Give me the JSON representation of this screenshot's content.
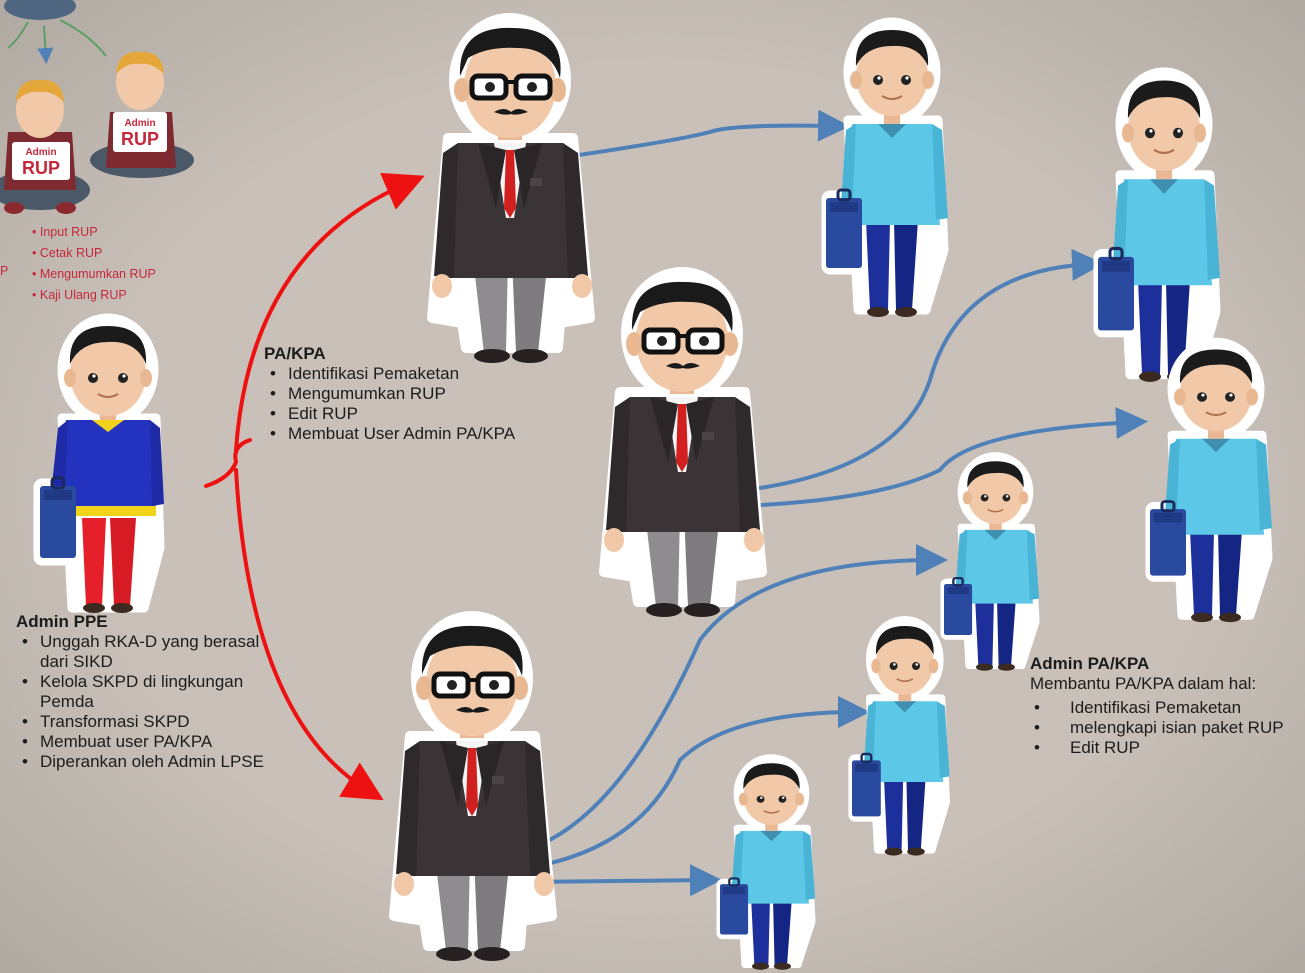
{
  "colors": {
    "background": "#cbc3bb",
    "red_arrow": "#ee1111",
    "blue_arrow": "#4f80b8",
    "list_red": "#c5283a",
    "text": "#1c1c1c"
  },
  "top_left": {
    "shirt_badge": "Admin",
    "shirt_label": "RUP",
    "items": [
      "Input RUP",
      "Cetak RUP",
      "Mengumumkan RUP",
      "Kaji Ulang RUP"
    ],
    "stray_fragment": "P"
  },
  "admin_ppe": {
    "title": "Admin PPE",
    "items": [
      "Unggah RKA-D yang berasal dari SIKD",
      "Kelola SKPD di lingkungan Pemda",
      "Transformasi SKPD",
      "Membuat user PA/KPA",
      "Diperankan oleh Admin LPSE"
    ]
  },
  "pa_kpa": {
    "title": "PA/KPA",
    "items": [
      "Identifikasi Pemaketan",
      "Mengumumkan RUP",
      "Edit RUP",
      "Membuat User Admin PA/KPA"
    ]
  },
  "admin_pa_kpa": {
    "title": "Admin PA/KPA",
    "subtitle": "Membantu PA/KPA dalam hal:",
    "items": [
      "Identifikasi Pemaketan",
      "melengkapi isian paket RUP",
      "Edit RUP"
    ]
  }
}
